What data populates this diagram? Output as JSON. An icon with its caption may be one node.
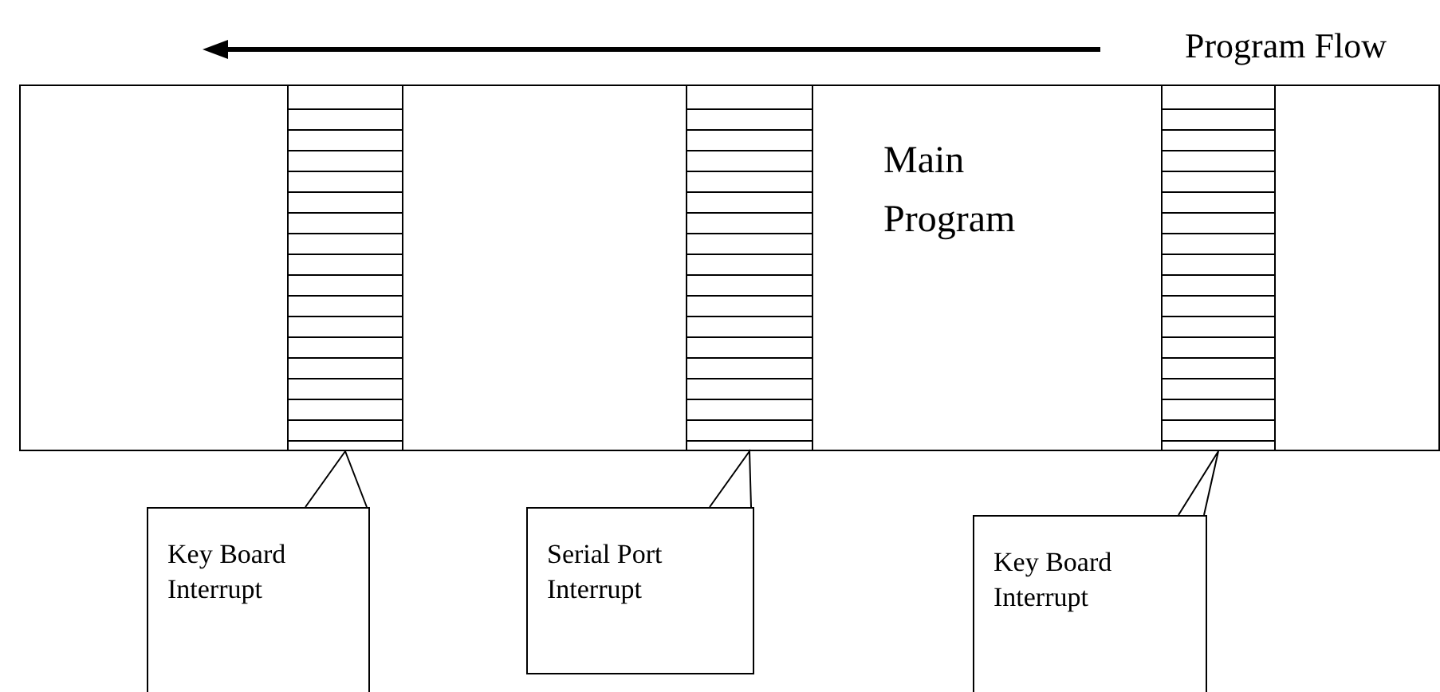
{
  "diagram": {
    "nodes": [
      {
        "text": [
          "Main Program"
        ]
      },
      {
        "text": [],
        "shape": "bar",
        "in": 0
      },
      {
        "text": [],
        "shape": "bar",
        "in": 0
      },
      {
        "text": [],
        "shape": "bar",
        "in": 0
      },
      {
        "text": [
          "Key Board Interrupt"
        ]
      },
      {
        "text": [
          "Serial Port Interrupt"
        ]
      },
      {
        "text": [
          "Key Board Interrupt"
        ]
      }
    ],
    "edges": [
      {
        "from": 4,
        "to": 1,
        "arrow": "none"
      },
      {
        "from": 5,
        "to": 2,
        "arrow": "none"
      },
      {
        "from": 6,
        "to": 3,
        "arrow": "none"
      }
    ],
    "labels": [
      "Program Flow"
    ]
  }
}
